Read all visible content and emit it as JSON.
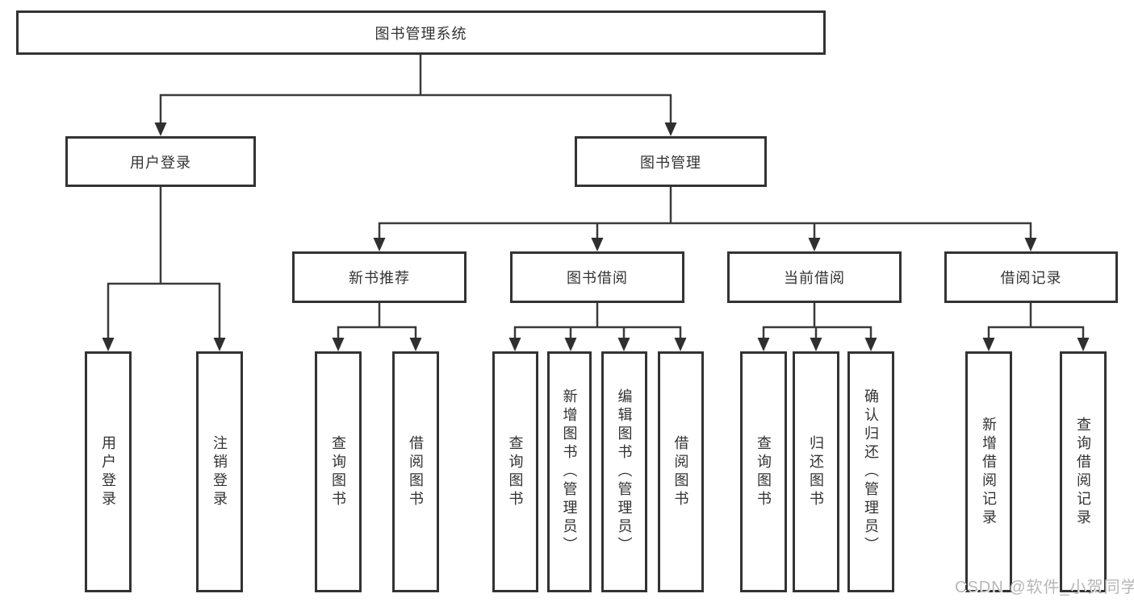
{
  "watermark": "CSDN @软件_小贺同学",
  "colors": {
    "line": "#3a3a3a",
    "box_border": "#333333",
    "text": "#333333",
    "watermark": "#b7b7b7",
    "background": "#ffffff"
  },
  "tree": {
    "label": "图书管理系统",
    "children": [
      {
        "label": "用户登录",
        "children": [
          {
            "label": "用户登录"
          },
          {
            "label": "注销登录"
          }
        ]
      },
      {
        "label": "图书管理",
        "children": [
          {
            "label": "新书推荐",
            "children": [
              {
                "label": "查询图书"
              },
              {
                "label": "借阅图书"
              }
            ]
          },
          {
            "label": "图书借阅",
            "children": [
              {
                "label": "查询图书"
              },
              {
                "label": "新增图书（管理员）"
              },
              {
                "label": "编辑图书（管理员）"
              },
              {
                "label": "借阅图书"
              }
            ]
          },
          {
            "label": "当前借阅",
            "children": [
              {
                "label": "查询图书"
              },
              {
                "label": "归还图书"
              },
              {
                "label": "确认归还（管理员）"
              }
            ]
          },
          {
            "label": "借阅记录",
            "children": [
              {
                "label": "新增借阅记录"
              },
              {
                "label": "查询借阅记录"
              }
            ]
          }
        ]
      }
    ]
  }
}
